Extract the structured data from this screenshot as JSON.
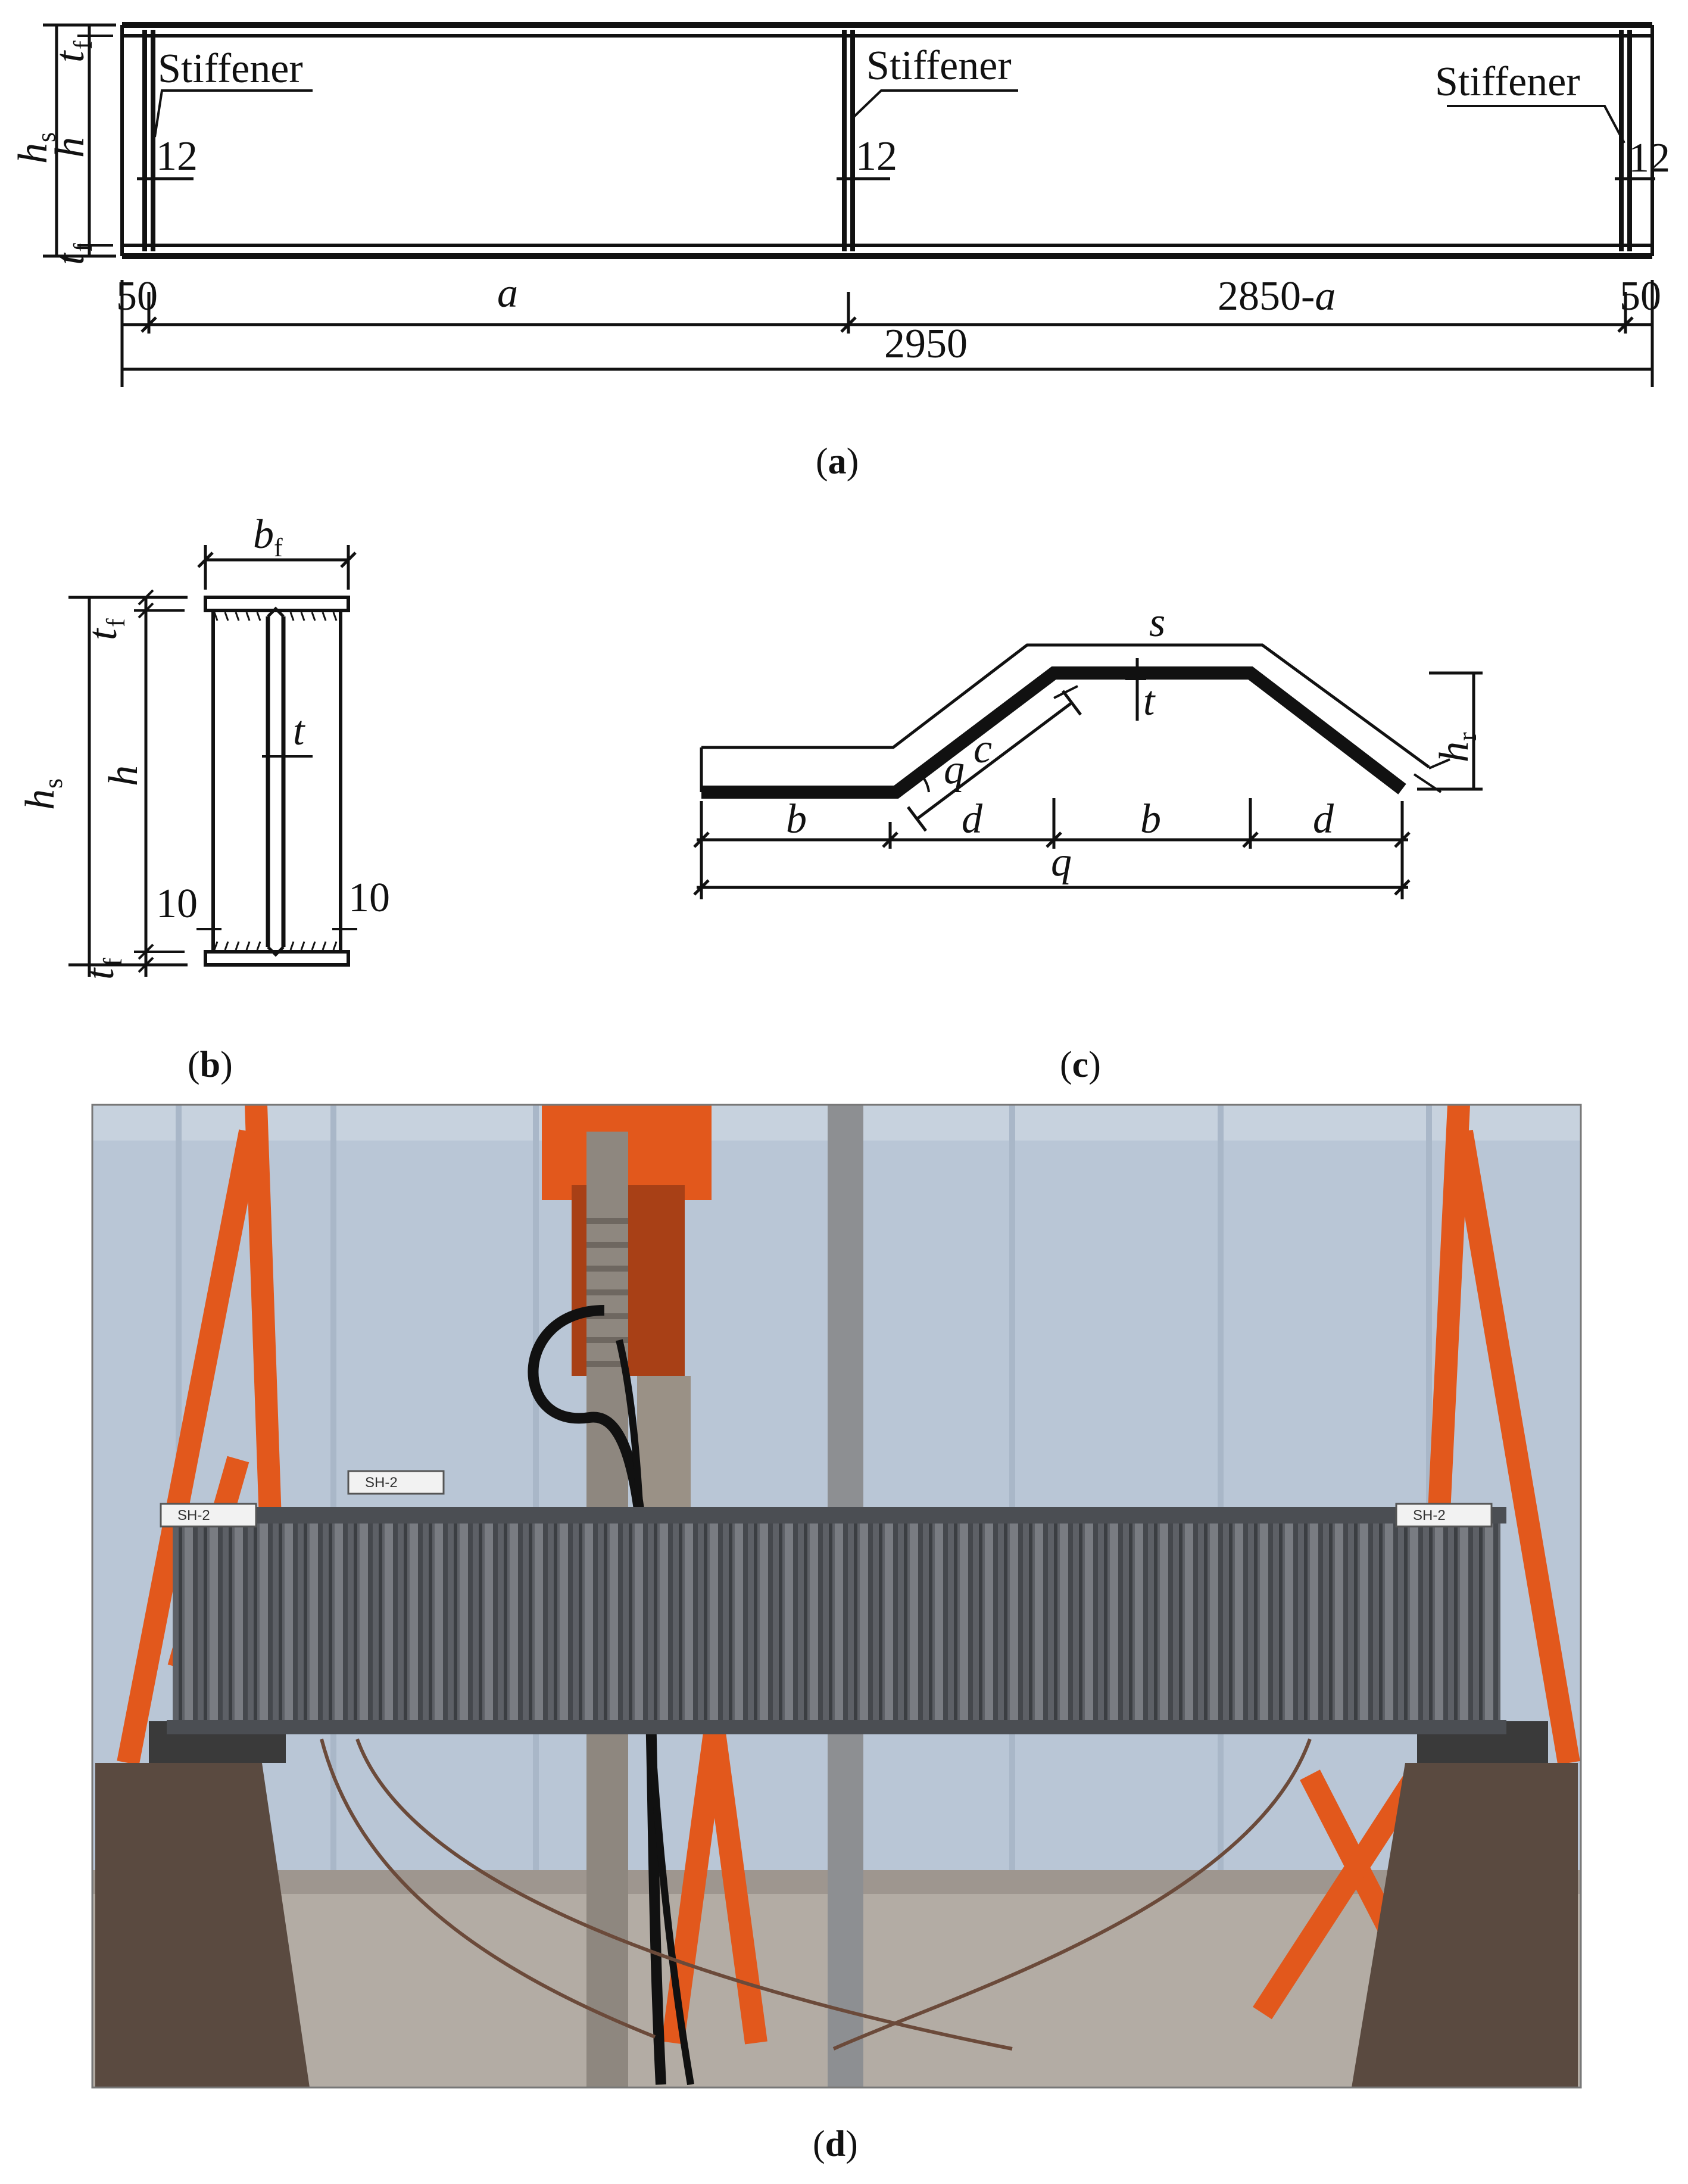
{
  "panel_a": {
    "stiffener_label": "Stiffener",
    "stiffener_thickness": "12",
    "dim_edge_left": "50",
    "dim_edge_right": "50",
    "dim_span_a": "a",
    "dim_span_rest_num": "2850-",
    "dim_span_rest_var": "a",
    "dim_total": "2950",
    "label_tf": "t",
    "label_tf_sub": "f",
    "label_hs": "h",
    "label_hs_sub": "s",
    "label_h": "h",
    "caption_open": "(",
    "caption_letter": "a",
    "caption_close": ")"
  },
  "panel_b": {
    "label_bf": "b",
    "label_bf_sub": "f",
    "label_tf": "t",
    "label_tf_sub": "f",
    "label_hs": "h",
    "label_hs_sub": "s",
    "label_h": "h",
    "label_t": "t",
    "weld_left": "10",
    "weld_right": "10",
    "caption_open": "(",
    "caption_letter": "b",
    "caption_close": ")"
  },
  "panel_c": {
    "label_s": "s",
    "label_t": "t",
    "label_hr": "h",
    "label_hr_sub": "r",
    "label_c": "c",
    "label_theta": "q",
    "label_b1": "b",
    "label_d1": "d",
    "label_b2": "b",
    "label_d2": "d",
    "label_q": "q",
    "caption_open": "(",
    "caption_letter": "c",
    "caption_close": ")"
  },
  "panel_d": {
    "tag_left": "SH-2",
    "tag_top": "SH-2",
    "tag_right": "SH-2",
    "caption_open": "(",
    "caption_letter": "d",
    "caption_close": ")"
  },
  "colors": {
    "line": "#111111",
    "photo_backdrop": "#b9c6d6",
    "frame_orange": "#e2581c",
    "beam_steel": "#5e6166",
    "floor": "#b3aca4",
    "support": "#5a4a40"
  }
}
